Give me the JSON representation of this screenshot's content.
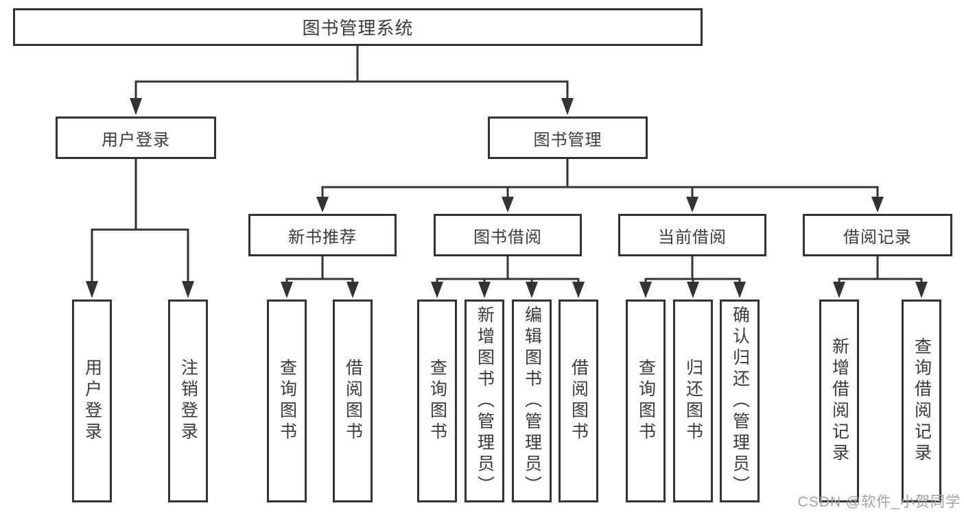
{
  "diagram": {
    "watermark": "CSDN @软件_小贺同学",
    "colors": {
      "line": "#333333",
      "box_border": "#333333",
      "box_background": "#ffffff",
      "text": "#3a3a3e",
      "watermark": "#9da1a7"
    },
    "nodes": {
      "root": "图书管理系统",
      "level2": {
        "user_login": "用户登录",
        "book_management": "图书管理"
      },
      "level3": {
        "new_book_recommend": "新书推荐",
        "book_borrow": "图书借阅",
        "current_borrow": "当前借阅",
        "borrow_records": "借阅记录"
      },
      "leaves": {
        "user_login": [
          "用户登录",
          "注销登录"
        ],
        "new_book_recommend": [
          "查询图书",
          "借阅图书"
        ],
        "book_borrow": [
          "查询图书",
          "新增图书（管理员）",
          "编辑图书（管理员）",
          "借阅图书"
        ],
        "current_borrow": [
          "查询图书",
          "归还图书",
          "确认归还（管理员）"
        ],
        "borrow_records": [
          "新增借阅记录",
          "查询借阅记录"
        ]
      }
    }
  }
}
